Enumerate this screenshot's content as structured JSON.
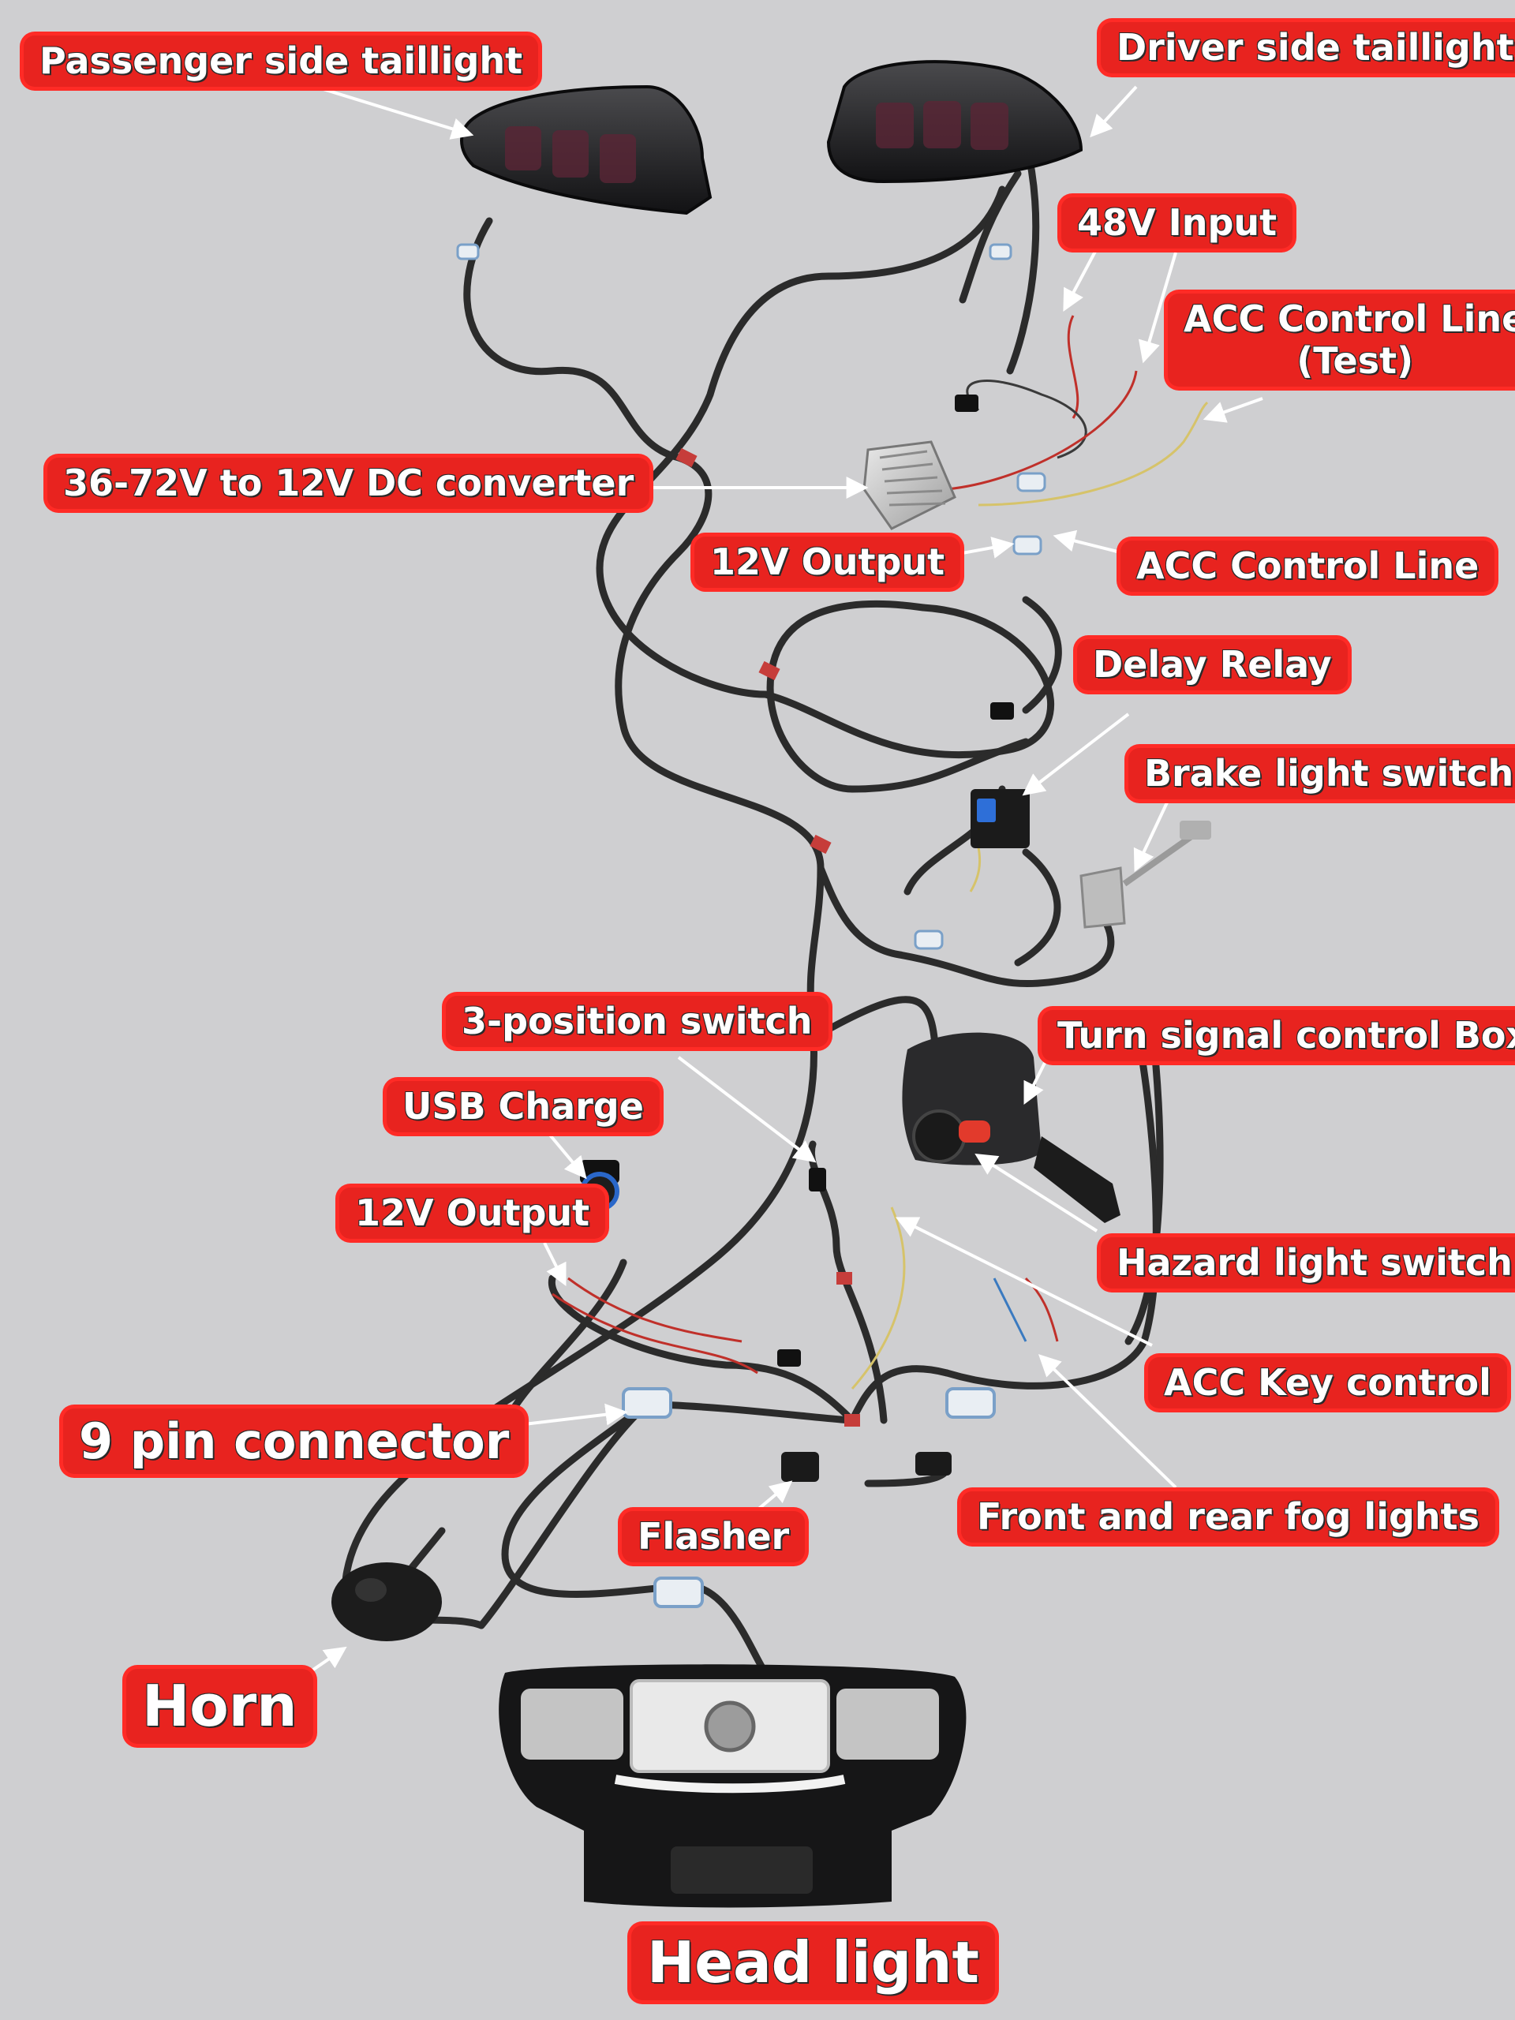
{
  "labels": {
    "passenger_taillight": "Passenger side taillight",
    "driver_taillight": "Driver side taillight",
    "input_48v": "48V Input",
    "acc_control_test_line1": "ACC Control Line",
    "acc_control_test_line2": "(Test)",
    "dc_converter": "36-72V  to 12V DC converter",
    "output_12v_top": "12V Output",
    "acc_control_line": "ACC Control Line",
    "delay_relay": "Delay Relay",
    "brake_switch": "Brake light switch",
    "three_position_switch": "3-position switch",
    "turn_signal_box": "Turn signal control Box",
    "usb_charge": "USB Charge",
    "output_12v_bottom": "12V Output",
    "hazard_switch": "Hazard light switch",
    "acc_key_control": "ACC Key control",
    "nine_pin_connector": "9 pin connector",
    "flasher": "Flasher",
    "fog_lights": "Front and rear fog lights",
    "horn": "Horn",
    "head_light": "Head light"
  },
  "colors": {
    "background": "#cfcfd1",
    "label_fill": "#e8231f",
    "label_text": "#ffffff",
    "wire": "#2b2b2b",
    "arrow": "#ffffff"
  }
}
